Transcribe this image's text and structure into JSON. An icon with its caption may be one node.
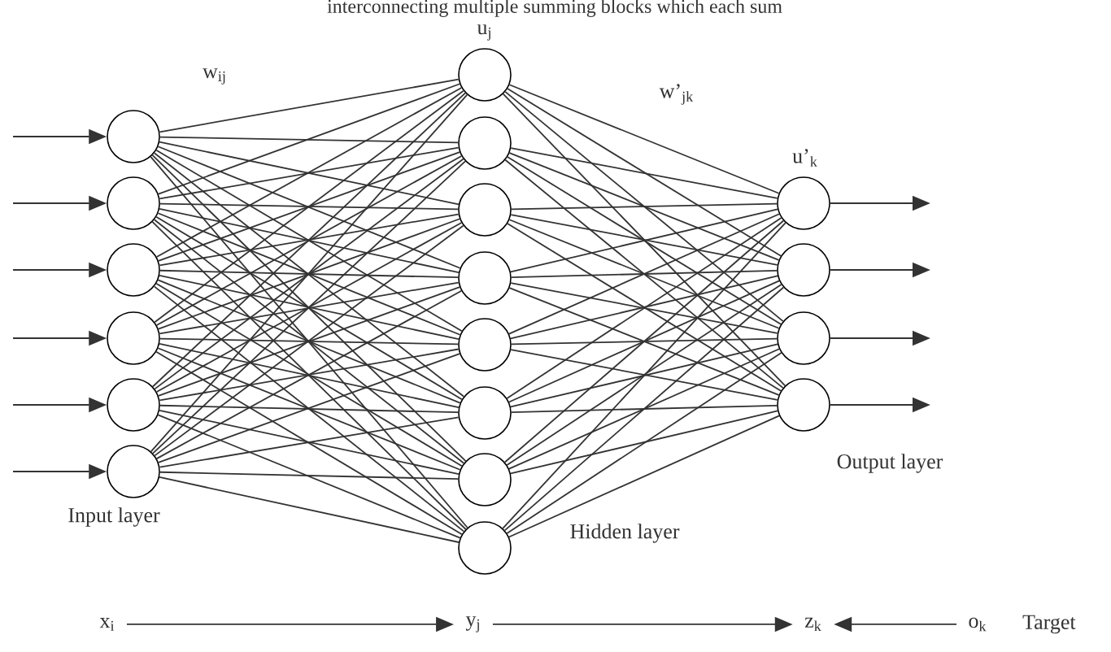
{
  "diagram": {
    "nodes": [
      {
        "text": [],
        "shape": "circle"
      },
      {
        "text": [],
        "shape": "circle"
      },
      {
        "text": [],
        "shape": "circle"
      },
      {
        "text": [],
        "shape": "circle"
      },
      {
        "text": [],
        "shape": "circle"
      },
      {
        "text": [],
        "shape": "circle"
      },
      {
        "text": [],
        "shape": "circle"
      },
      {
        "text": [],
        "shape": "circle"
      },
      {
        "text": [],
        "shape": "circle"
      },
      {
        "text": [],
        "shape": "circle"
      },
      {
        "text": [],
        "shape": "circle"
      },
      {
        "text": [],
        "shape": "circle"
      },
      {
        "text": [],
        "shape": "circle"
      },
      {
        "text": [],
        "shape": "circle"
      },
      {
        "text": [],
        "shape": "circle"
      },
      {
        "text": [],
        "shape": "circle"
      },
      {
        "text": [],
        "shape": "circle"
      },
      {
        "text": [],
        "shape": "circle"
      },
      {
        "text": [
          "x$_{i}$"
        ]
      },
      {
        "text": [
          "y$_{j}$"
        ]
      },
      {
        "text": [
          "z$_{k}$"
        ]
      },
      {
        "text": [
          "o$_{k}$"
        ],
        "beside": [
          "Target"
        ]
      }
    ],
    "edges": [
      {
        "from": null,
        "to": 0,
        "arrow": "to"
      },
      {
        "from": null,
        "to": 1,
        "arrow": "to"
      },
      {
        "from": null,
        "to": 2,
        "arrow": "to"
      },
      {
        "from": null,
        "to": 3,
        "arrow": "to"
      },
      {
        "from": null,
        "to": 4,
        "arrow": "to"
      },
      {
        "from": null,
        "to": 5,
        "arrow": "to"
      },
      {
        "from": 0,
        "to": 6,
        "arrow": "none"
      },
      {
        "from": 0,
        "to": 7,
        "arrow": "none"
      },
      {
        "from": 0,
        "to": 8,
        "arrow": "none"
      },
      {
        "from": 0,
        "to": 9,
        "arrow": "none"
      },
      {
        "from": 0,
        "to": 10,
        "arrow": "none"
      },
      {
        "from": 0,
        "to": 11,
        "arrow": "none"
      },
      {
        "from": 0,
        "to": 12,
        "arrow": "none"
      },
      {
        "from": 0,
        "to": 13,
        "arrow": "none"
      },
      {
        "from": 1,
        "to": 6,
        "arrow": "none"
      },
      {
        "from": 1,
        "to": 7,
        "arrow": "none"
      },
      {
        "from": 1,
        "to": 8,
        "arrow": "none"
      },
      {
        "from": 1,
        "to": 9,
        "arrow": "none"
      },
      {
        "from": 1,
        "to": 10,
        "arrow": "none"
      },
      {
        "from": 1,
        "to": 11,
        "arrow": "none"
      },
      {
        "from": 1,
        "to": 12,
        "arrow": "none"
      },
      {
        "from": 1,
        "to": 13,
        "arrow": "none"
      },
      {
        "from": 2,
        "to": 6,
        "arrow": "none"
      },
      {
        "from": 2,
        "to": 7,
        "arrow": "none"
      },
      {
        "from": 2,
        "to": 8,
        "arrow": "none"
      },
      {
        "from": 2,
        "to": 9,
        "arrow": "none"
      },
      {
        "from": 2,
        "to": 10,
        "arrow": "none"
      },
      {
        "from": 2,
        "to": 11,
        "arrow": "none"
      },
      {
        "from": 2,
        "to": 12,
        "arrow": "none"
      },
      {
        "from": 2,
        "to": 13,
        "arrow": "none"
      },
      {
        "from": 3,
        "to": 6,
        "arrow": "none"
      },
      {
        "from": 3,
        "to": 7,
        "arrow": "none"
      },
      {
        "from": 3,
        "to": 8,
        "arrow": "none"
      },
      {
        "from": 3,
        "to": 9,
        "arrow": "none"
      },
      {
        "from": 3,
        "to": 10,
        "arrow": "none"
      },
      {
        "from": 3,
        "to": 11,
        "arrow": "none"
      },
      {
        "from": 3,
        "to": 12,
        "arrow": "none"
      },
      {
        "from": 3,
        "to": 13,
        "arrow": "none"
      },
      {
        "from": 4,
        "to": 6,
        "arrow": "none"
      },
      {
        "from": 4,
        "to": 7,
        "arrow": "none"
      },
      {
        "from": 4,
        "to": 8,
        "arrow": "none"
      },
      {
        "from": 4,
        "to": 9,
        "arrow": "none"
      },
      {
        "from": 4,
        "to": 10,
        "arrow": "none"
      },
      {
        "from": 4,
        "to": 11,
        "arrow": "none"
      },
      {
        "from": 4,
        "to": 12,
        "arrow": "none"
      },
      {
        "from": 4,
        "to": 13,
        "arrow": "none"
      },
      {
        "from": 5,
        "to": 6,
        "arrow": "none"
      },
      {
        "from": 5,
        "to": 7,
        "arrow": "none"
      },
      {
        "from": 5,
        "to": 8,
        "arrow": "none"
      },
      {
        "from": 5,
        "to": 9,
        "arrow": "none"
      },
      {
        "from": 5,
        "to": 10,
        "arrow": "none"
      },
      {
        "from": 5,
        "to": 11,
        "arrow": "none"
      },
      {
        "from": 5,
        "to": 12,
        "arrow": "none"
      },
      {
        "from": 5,
        "to": 13,
        "arrow": "none"
      },
      {
        "from": 6,
        "to": 14,
        "arrow": "none"
      },
      {
        "from": 6,
        "to": 15,
        "arrow": "none"
      },
      {
        "from": 6,
        "to": 16,
        "arrow": "none"
      },
      {
        "from": 6,
        "to": 17,
        "arrow": "none"
      },
      {
        "from": 7,
        "to": 14,
        "arrow": "none"
      },
      {
        "from": 7,
        "to": 15,
        "arrow": "none"
      },
      {
        "from": 7,
        "to": 16,
        "arrow": "none"
      },
      {
        "from": 7,
        "to": 17,
        "arrow": "none"
      },
      {
        "from": 8,
        "to": 14,
        "arrow": "none"
      },
      {
        "from": 8,
        "to": 15,
        "arrow": "none"
      },
      {
        "from": 8,
        "to": 16,
        "arrow": "none"
      },
      {
        "from": 8,
        "to": 17,
        "arrow": "none"
      },
      {
        "from": 9,
        "to": 14,
        "arrow": "none"
      },
      {
        "from": 9,
        "to": 15,
        "arrow": "none"
      },
      {
        "from": 9,
        "to": 16,
        "arrow": "none"
      },
      {
        "from": 9,
        "to": 17,
        "arrow": "none"
      },
      {
        "from": 10,
        "to": 14,
        "arrow": "none"
      },
      {
        "from": 10,
        "to": 15,
        "arrow": "none"
      },
      {
        "from": 10,
        "to": 16,
        "arrow": "none"
      },
      {
        "from": 10,
        "to": 17,
        "arrow": "none"
      },
      {
        "from": 11,
        "to": 14,
        "arrow": "none"
      },
      {
        "from": 11,
        "to": 15,
        "arrow": "none"
      },
      {
        "from": 11,
        "to": 16,
        "arrow": "none"
      },
      {
        "from": 11,
        "to": 17,
        "arrow": "none"
      },
      {
        "from": 12,
        "to": 14,
        "arrow": "none"
      },
      {
        "from": 12,
        "to": 15,
        "arrow": "none"
      },
      {
        "from": 12,
        "to": 16,
        "arrow": "none"
      },
      {
        "from": 12,
        "to": 17,
        "arrow": "none"
      },
      {
        "from": 13,
        "to": 14,
        "arrow": "none"
      },
      {
        "from": 13,
        "to": 15,
        "arrow": "none"
      },
      {
        "from": 13,
        "to": 16,
        "arrow": "none"
      },
      {
        "from": 13,
        "to": 17,
        "arrow": "none"
      },
      {
        "from": 14,
        "to": null,
        "arrow": "to"
      },
      {
        "from": 15,
        "to": null,
        "arrow": "to"
      },
      {
        "from": 16,
        "to": null,
        "arrow": "to"
      },
      {
        "from": 17,
        "to": null,
        "arrow": "to"
      },
      {
        "from": 18,
        "to": 19,
        "arrow": "to"
      },
      {
        "from": 19,
        "to": 20,
        "arrow": "to"
      },
      {
        "from": 21,
        "to": 20,
        "arrow": "to"
      }
    ],
    "labels": [
      "interconnecting multiple summing blocks which each sum",
      "u$_{j}$",
      "w$_{ij}$",
      "w’$_{jk}$",
      "u’$_{k}$",
      "Output layer",
      "Input layer",
      "Hidden layer"
    ]
  }
}
